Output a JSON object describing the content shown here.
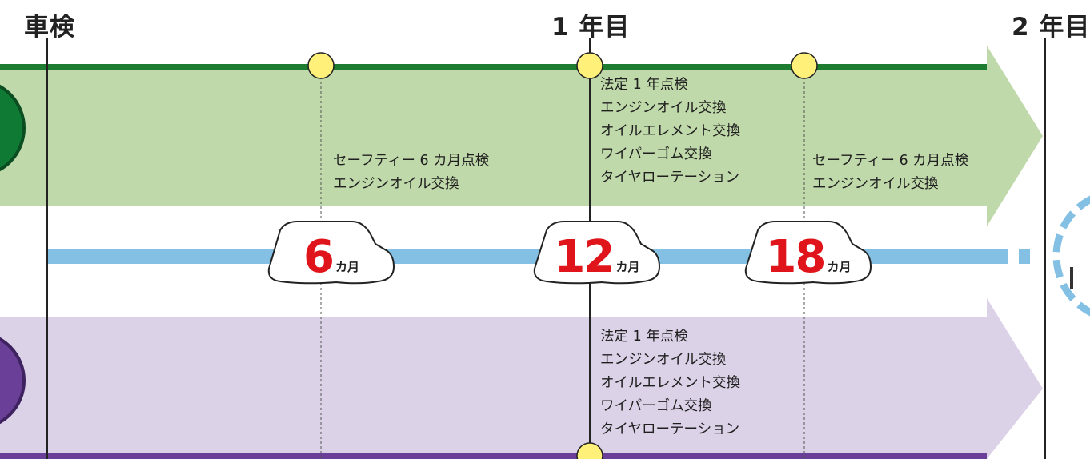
{
  "colors": {
    "green_band": "#c0d9aa",
    "green_line": "#1e7c30",
    "purple_band": "#dcd2e8",
    "purple_line": "#6a3f97",
    "blue_line": "#84c0e4",
    "dot_yellow": "#fff07a"
  },
  "timeline": {
    "markers": {
      "shaken": "車検",
      "year1": "1 年目",
      "year2": "2 年目"
    }
  },
  "upper_plan": {
    "month6": [
      "セーフティー 6 カ月点検",
      "エンジンオイル交換"
    ],
    "month12": [
      "法定 1 年点検",
      "エンジンオイル交換",
      "オイルエレメント交換",
      "ワイパーゴム交換",
      "タイヤローテーション"
    ],
    "month18": [
      "セーフティー 6 カ月点検",
      "エンジンオイル交換"
    ]
  },
  "lower_plan": {
    "month12": [
      "法定 1 年点検",
      "エンジンオイル交換",
      "オイルエレメント交換",
      "ワイパーゴム交換",
      "タイヤローテーション"
    ]
  },
  "badges": {
    "m6": {
      "num": "6",
      "unit": "カ月"
    },
    "m12": {
      "num": "12",
      "unit": "カ月"
    },
    "m18": {
      "num": "18",
      "unit": "カ月"
    }
  }
}
